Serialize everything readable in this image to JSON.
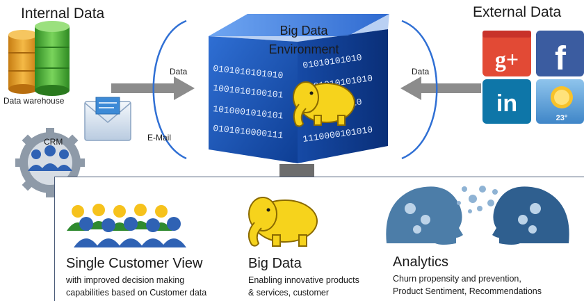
{
  "internal": {
    "title": "Internal Data",
    "data_warehouse_label": "Data warehouse",
    "crm_label": "CRM",
    "email_label": "E-Mail"
  },
  "external": {
    "title": "External Data",
    "weather_temp": "23°"
  },
  "center": {
    "title": "Big Data\nEnvironment",
    "data_left": "Data",
    "data_right": "Data",
    "binary_rows_left": [
      "0101010101010",
      "1001010100101",
      "1010001010101",
      "0101010000111"
    ],
    "binary_rows_right": [
      "01010101010",
      "0101010101010",
      "01010101010",
      "1110000101010"
    ]
  },
  "sections": [
    {
      "title": "Single Customer View",
      "lines": [
        "with improved decision making",
        "capabilities based on Customer data"
      ]
    },
    {
      "title": "Big Data",
      "lines": [
        "Enabling innovative products",
        "& services, customer"
      ]
    },
    {
      "title": "Analytics",
      "lines": [
        "Churn propensity and prevention,",
        "Product Sentiment, Recommendations"
      ]
    }
  ],
  "colors": {
    "cube_blue": "#1d56b8",
    "arrow_gray": "#8c8c8c",
    "elephant_yellow": "#f6d31c",
    "facebook_blue": "#3b5ca0",
    "linkedin_blue": "#0e76a8",
    "google_red": "#d84a38",
    "db_orange": "#e9a32a",
    "db_green": "#4fb53a"
  }
}
